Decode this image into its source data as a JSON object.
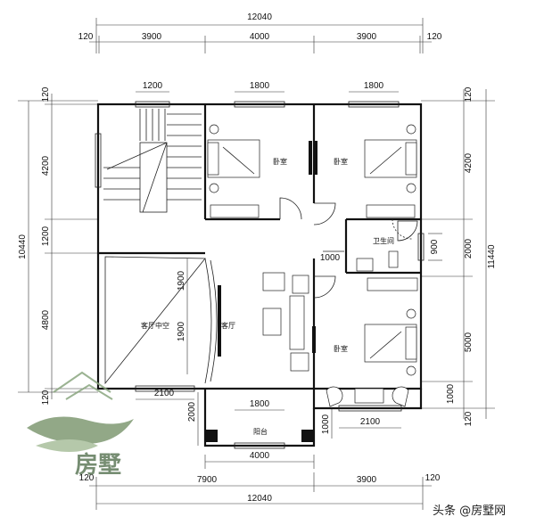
{
  "dimensions": {
    "top_total": "12040",
    "top_left_margin": "120",
    "top_right_margin": "120",
    "top_seg1": "3900",
    "top_seg2": "4000",
    "top_seg3": "3900",
    "bottom_total": "12040",
    "bottom_left_margin": "120",
    "bottom_right_margin": "120",
    "bottom_seg1": "7900",
    "bottom_seg2": "3900",
    "balcony_width": "4000",
    "window_stair": "1200",
    "window_bed1": "1800",
    "window_bed2": "1800",
    "window_living": "2100",
    "window_balcony": "1800",
    "window_bed3": "2100",
    "left_total": "10440",
    "left_top_margin": "120",
    "left_seg1": "4200",
    "left_seg2": "1200",
    "left_seg3": "4800",
    "left_bottom_margin": "120",
    "right_total": "11440",
    "right_top_margin": "120",
    "right_seg1": "4200",
    "right_seg2": "2000",
    "right_seg3": "5000",
    "right_seg4": "1000",
    "right_bottom_margin": "120",
    "bath_window": "900",
    "inner_1900_a": "1900",
    "inner_1900_b": "1900",
    "door_1000": "1000",
    "balcony_depth": "2000",
    "bottom_1000": "1000"
  },
  "rooms": {
    "bedroom1": "卧室",
    "bedroom2": "卧室",
    "bedroom3": "卧室",
    "bathroom": "卫生间",
    "living_void": "客厅中空",
    "living": "客厅",
    "balcony": "阳台"
  },
  "watermark": {
    "logo_text": "房墅",
    "credit": "头条 @房墅网"
  },
  "colors": {
    "line": "#111111",
    "background": "#ffffff",
    "logo_green": "#5f7a5a"
  }
}
